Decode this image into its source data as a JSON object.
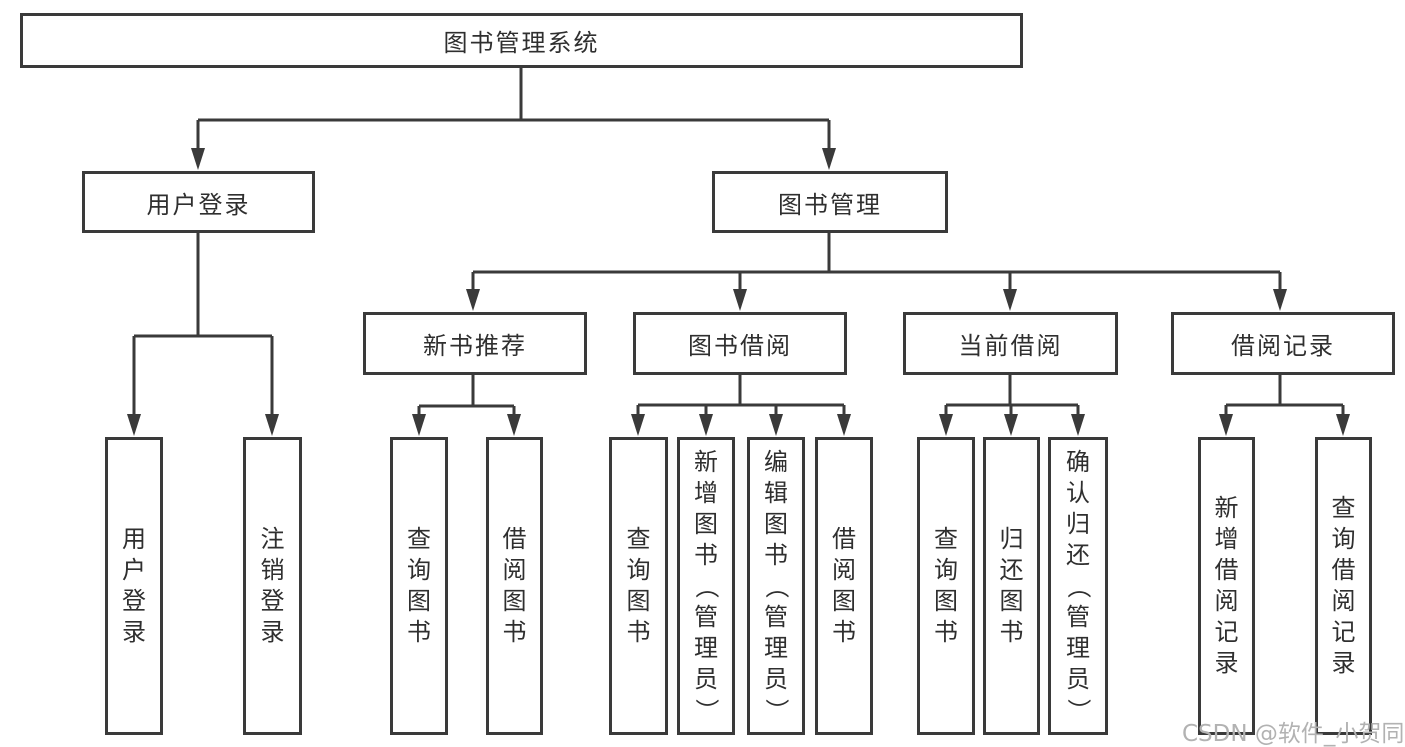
{
  "nodes": {
    "root": "图书管理系统",
    "user_login": "用户登录",
    "book_mgmt": "图书管理",
    "new_books": "新书推荐",
    "book_borrow": "图书借阅",
    "current_borrow": "当前借阅",
    "borrow_records": "借阅记录"
  },
  "leaves": {
    "user_login": [
      "用户登录",
      "注销登录"
    ],
    "new_books": [
      "查询图书",
      "借阅图书"
    ],
    "book_borrow": [
      "查询图书",
      "新增图书（管理员）",
      "编辑图书（管理员）",
      "借阅图书"
    ],
    "current_borrow": [
      "查询图书",
      "归还图书",
      "确认归还（管理员）"
    ],
    "borrow_records": [
      "新增借阅记录",
      "查询借阅记录"
    ]
  },
  "watermark": "CSDN @软件_小贺同学",
  "colors": {
    "line": "#3a3a3a",
    "text": "#2f2f2f",
    "watermark": "#b2b2b2",
    "background": "#ffffff"
  }
}
